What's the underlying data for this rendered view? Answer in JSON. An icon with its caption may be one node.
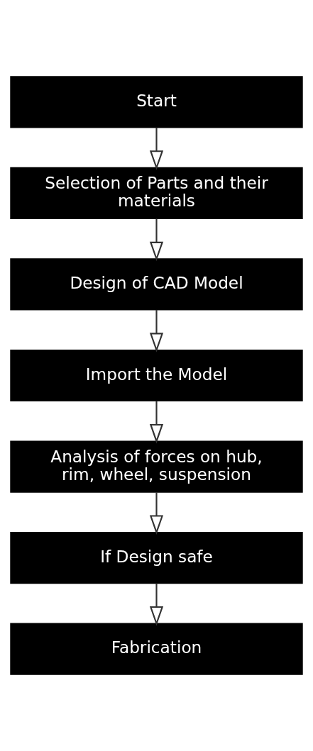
{
  "diagram": {
    "nodes": [
      {
        "text": [
          "Start"
        ]
      },
      {
        "text": [
          "Selection of Parts and their materials"
        ]
      },
      {
        "text": [
          "Design of CAD Model"
        ]
      },
      {
        "text": [
          "Import the Model"
        ]
      },
      {
        "text": [
          "Analysis of forces on hub, rim, wheel, suspension"
        ]
      },
      {
        "text": [
          "If Design safe"
        ]
      },
      {
        "text": [
          "Fabrication"
        ]
      }
    ],
    "edges": [
      {
        "from": 0,
        "to": 1,
        "arrow": "to"
      },
      {
        "from": 1,
        "to": 2,
        "arrow": "to"
      },
      {
        "from": 2,
        "to": 3,
        "arrow": "to"
      },
      {
        "from": 3,
        "to": 4,
        "arrow": "to"
      },
      {
        "from": 4,
        "to": 5,
        "arrow": "to"
      },
      {
        "from": 5,
        "to": 6,
        "arrow": "to"
      }
    ]
  }
}
